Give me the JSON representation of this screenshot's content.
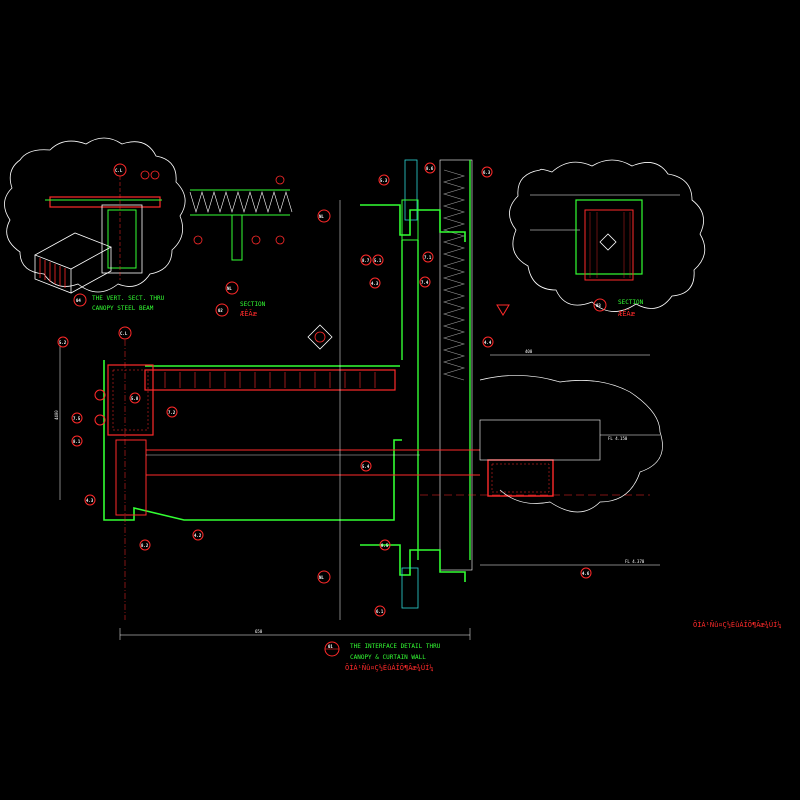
{
  "titles": {
    "d01": {
      "num": "01",
      "line1": "THE INTERFACE DETAIL THRU",
      "line2": "CANOPY & CURTAIN WALL",
      "cn": "ÕÌÁ¹Ñû¤Ç½ÈûÁÎÕ¶Ãæ¾ÚÍ¼"
    },
    "d04": {
      "num": "04",
      "line1": "THE VERT. SECT. THRU",
      "line2": "CANOPY STEEL BEAM"
    },
    "d02": {
      "num": "02",
      "line1": "SECTION",
      "cn": "ÆÊÃæ"
    },
    "d03": {
      "num": "03",
      "line1": "SECTION",
      "cn": "ÆÊÃæ"
    },
    "sheet_cn": "ÕÌÁ¹Ñû¤Ç½ÈûÁÎÕ¶Ãæ¾ÚÍ¼"
  },
  "labels": {
    "cl": "C.L",
    "nl": "NL",
    "tags": [
      "5.3",
      "8.6",
      "6.3",
      "8.7",
      "5.1",
      "5.9",
      "7.3",
      "7.1",
      "7.4",
      "4.4",
      "4.3",
      "4.6",
      "4.2",
      "5.2",
      "7.5",
      "7.2",
      "8.5",
      "8.1",
      "8.2",
      "5.8",
      "5.4",
      "6.1"
    ],
    "dim_left": "4400",
    "dim_bottom": "650",
    "dim_ref": "400",
    "elev": "FL 4.370",
    "elev2": "FL 4.150"
  },
  "colors": {
    "background": "#000000",
    "green": "#33ff33",
    "red": "#ff2a2a",
    "white": "#ffffff",
    "cyan": "#2dd6d6",
    "yellow": "#e8e83a",
    "gray": "#9a9a9a"
  }
}
